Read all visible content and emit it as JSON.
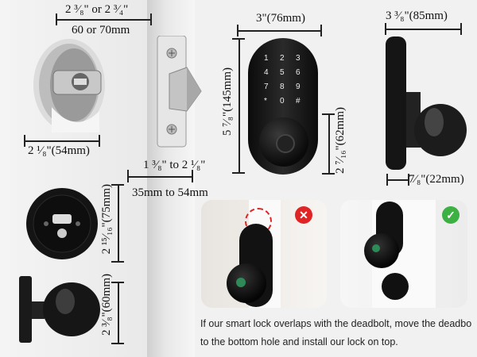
{
  "dims": {
    "top_left_in": "2 ³⁄₈\" or 2 ³⁄₄\"",
    "top_left_mm": "60 or 70mm",
    "bore_width": "2 ¹⁄₈\"(54mm)",
    "backset": "1 ³⁄₈\" to 2 ¹⁄₈\"",
    "backset_mm": "35mm to 54mm",
    "lock_width": "3\"(76mm)",
    "lock_height": "5 ⁷⁄₈\"(145mm)",
    "knob_height": "2 ⁷⁄₁₆\"(62mm)",
    "depth": "3 ³⁄₈\"(85mm)",
    "knob_depth": "7⁄₈\"(22mm)",
    "inner_height": "2 ¹⁵⁄₁₆\"(75mm)",
    "knob_dia": "2 ³⁄₈\"(60mm)"
  },
  "keypad": [
    "1",
    "2",
    "3",
    "4",
    "5",
    "6",
    "7",
    "8",
    "9",
    "*",
    "0",
    "#"
  ],
  "cross_symbol": "✕",
  "check_symbol": "✓",
  "caption": {
    "line1": "If our smart lock overlaps with the deadbolt, move the deadbo",
    "line2": "to the bottom hole and install our lock on top."
  },
  "colors": {
    "wrong": "#e02424",
    "right": "#3cb043",
    "lock": "#161616"
  }
}
